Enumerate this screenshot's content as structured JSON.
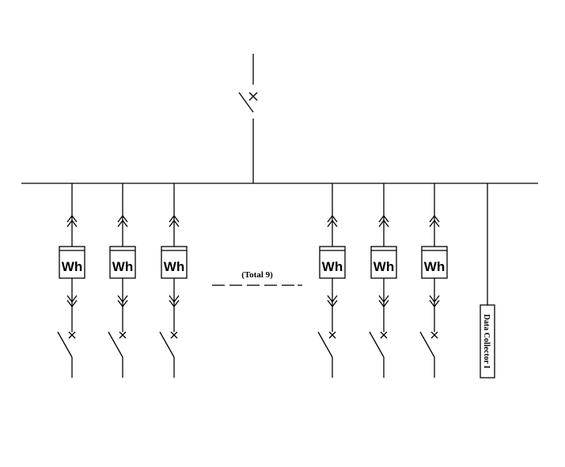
{
  "diagram": {
    "meter_label": "Wh",
    "total_label": "(Total 9)",
    "collector_label": "Data Collector I",
    "feeder_count_left": 3,
    "feeder_count_right": 3
  }
}
